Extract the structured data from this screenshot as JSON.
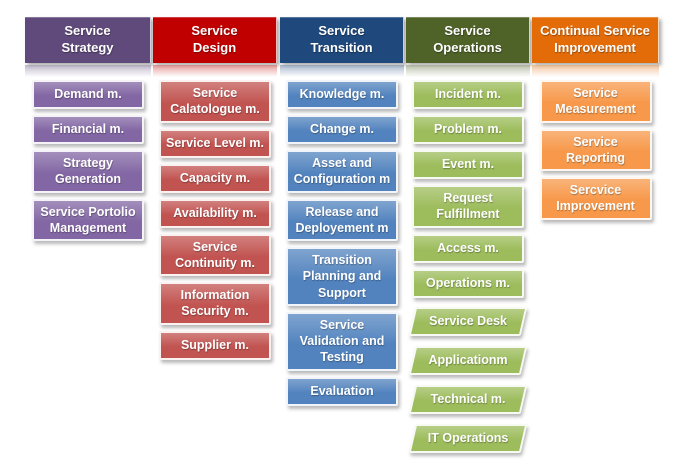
{
  "diagram": {
    "text_color": "#FFFFFF",
    "columns": [
      {
        "id": "service-strategy",
        "title_lines": [
          "Service",
          "Strategy"
        ],
        "header_color": "#604A7B",
        "item_color": "#8064A2",
        "items": [
          "Demand m.",
          "Financial m.",
          "Strategy Generation",
          "Service Portolio Management"
        ]
      },
      {
        "id": "service-design",
        "title_lines": [
          "Service",
          "Design"
        ],
        "header_color": "#C00000",
        "item_color": "#C0504D",
        "items": [
          "Service Calatologue m.",
          "Service Level m.",
          "Capacity m.",
          "Availability m.",
          "Service Continuity m.",
          "Information Security m.",
          "Supplier m."
        ]
      },
      {
        "id": "service-transition",
        "title_lines": [
          "Service",
          "Transition"
        ],
        "header_color": "#1F497D",
        "item_color": "#4F81BD",
        "items": [
          "Knowledge m.",
          "Change m.",
          "Asset and Configuration m",
          "Release and Deployement m",
          "Transition Planning and Support",
          "Service Validation and Testing",
          "Evaluation"
        ]
      },
      {
        "id": "service-operations",
        "title_lines": [
          "Service",
          "Operations"
        ],
        "header_color": "#4F6228",
        "item_color": "#9BBB59",
        "items": [
          "Incident m.",
          "Problem m.",
          "Event m.",
          "Request Fulfillment",
          "Access m.",
          "Operations m."
        ],
        "functions": [
          "Service Desk",
          "Applicationm",
          "Technical m.",
          "IT Operations"
        ]
      },
      {
        "id": "continual-service-improvement",
        "title_lines": [
          "Continual Service",
          "Improvement"
        ],
        "header_color": "#E36C09",
        "item_color": "#F79646",
        "items": [
          "Service Measurement",
          "Service Reporting",
          "Sercvice Improvement"
        ]
      }
    ]
  }
}
